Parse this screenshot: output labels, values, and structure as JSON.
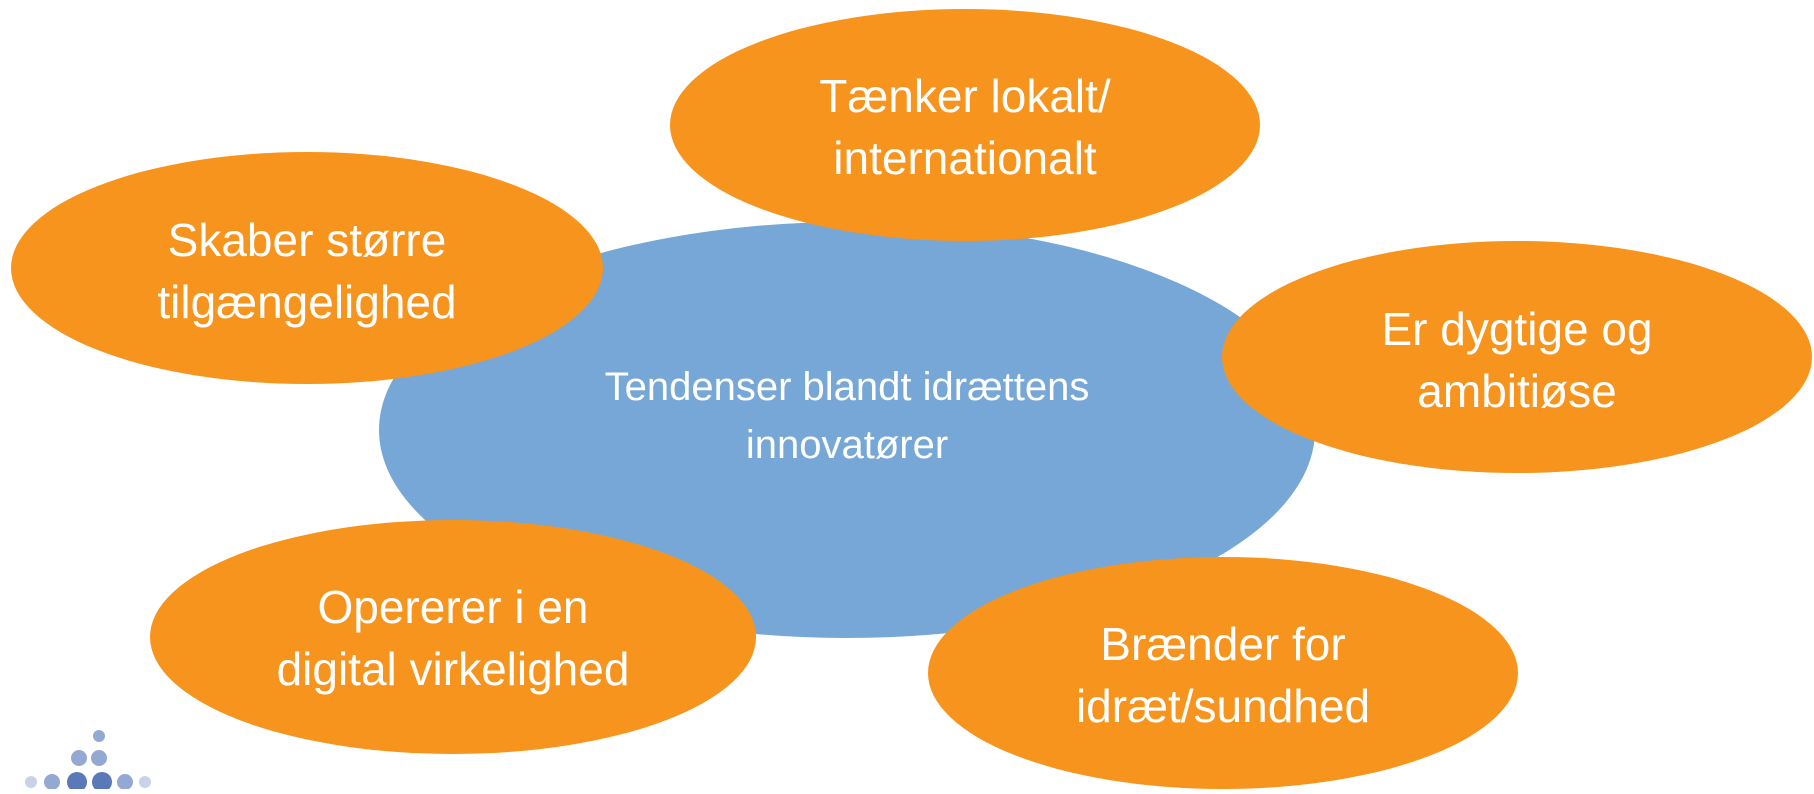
{
  "diagram": {
    "center": {
      "lines": [
        "Tendenser blandt idrættens",
        "innovatører"
      ],
      "fill": "#76a7d6",
      "text_color": "#ffffff"
    },
    "nodes": [
      {
        "id": "top",
        "lines": [
          "Tænker lokalt/",
          "internationalt"
        ]
      },
      {
        "id": "left",
        "lines": [
          "Skaber større",
          "tilgængelighed"
        ]
      },
      {
        "id": "right",
        "lines": [
          "Er dygtige og",
          "ambitiøse"
        ]
      },
      {
        "id": "bottom-left",
        "lines": [
          "Opererer i en",
          "digital virkelighed"
        ]
      },
      {
        "id": "bottom-right",
        "lines": [
          "Brænder for",
          "idræt/sundhed"
        ]
      }
    ],
    "node_fill": "#f7941d",
    "node_text_color": "#ffffff"
  },
  "logo": {
    "icon": "dot-pyramid-logo",
    "colors": [
      "#c8d3ea",
      "#93a9d4",
      "#5a79b8"
    ]
  }
}
